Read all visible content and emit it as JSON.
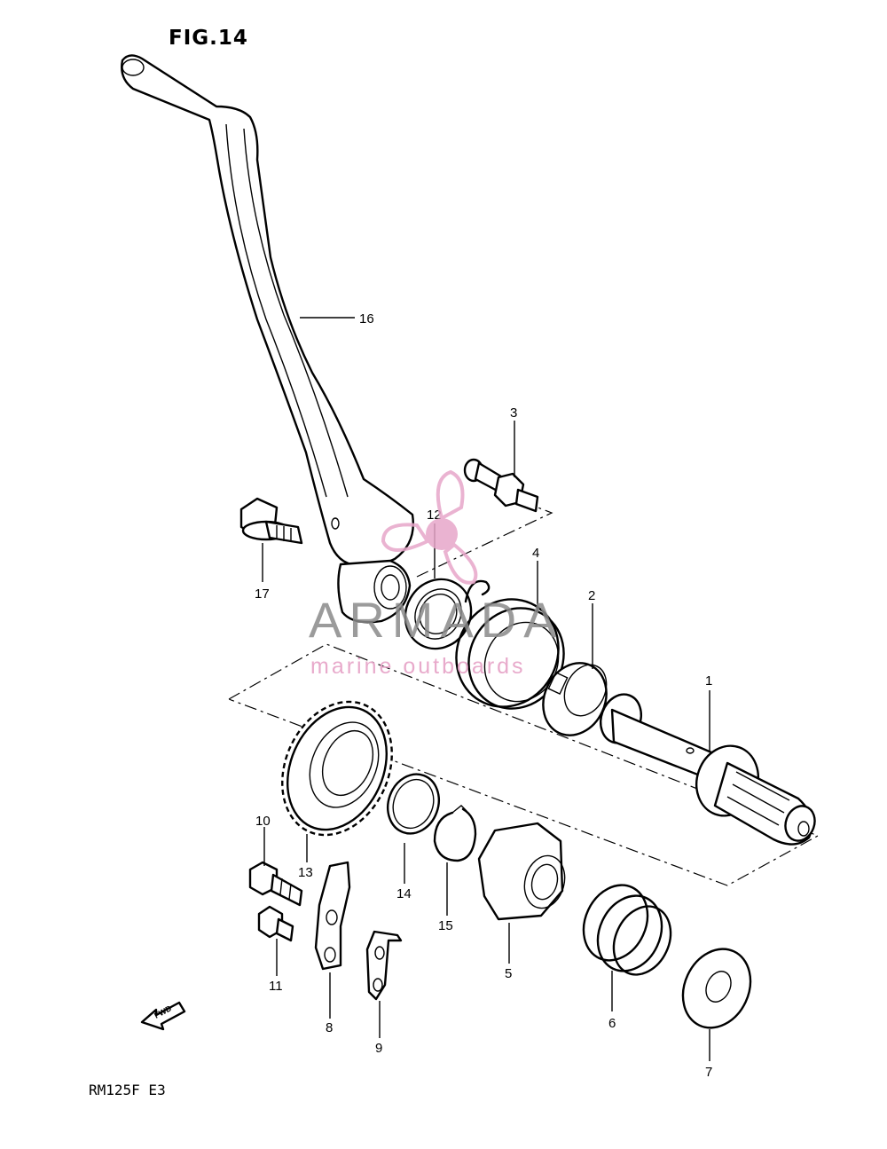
{
  "figure": {
    "title": "FIG.14",
    "model": "RM125F E3"
  },
  "watermark": {
    "brand": "ARMADA",
    "tagline": "marine outboards",
    "color": "#e7a6c9"
  },
  "callouts": [
    "1",
    "2",
    "3",
    "4",
    "5",
    "6",
    "7",
    "8",
    "9",
    "10",
    "11",
    "12",
    "13",
    "14",
    "15",
    "16",
    "17"
  ],
  "fwd_label": "FWD"
}
